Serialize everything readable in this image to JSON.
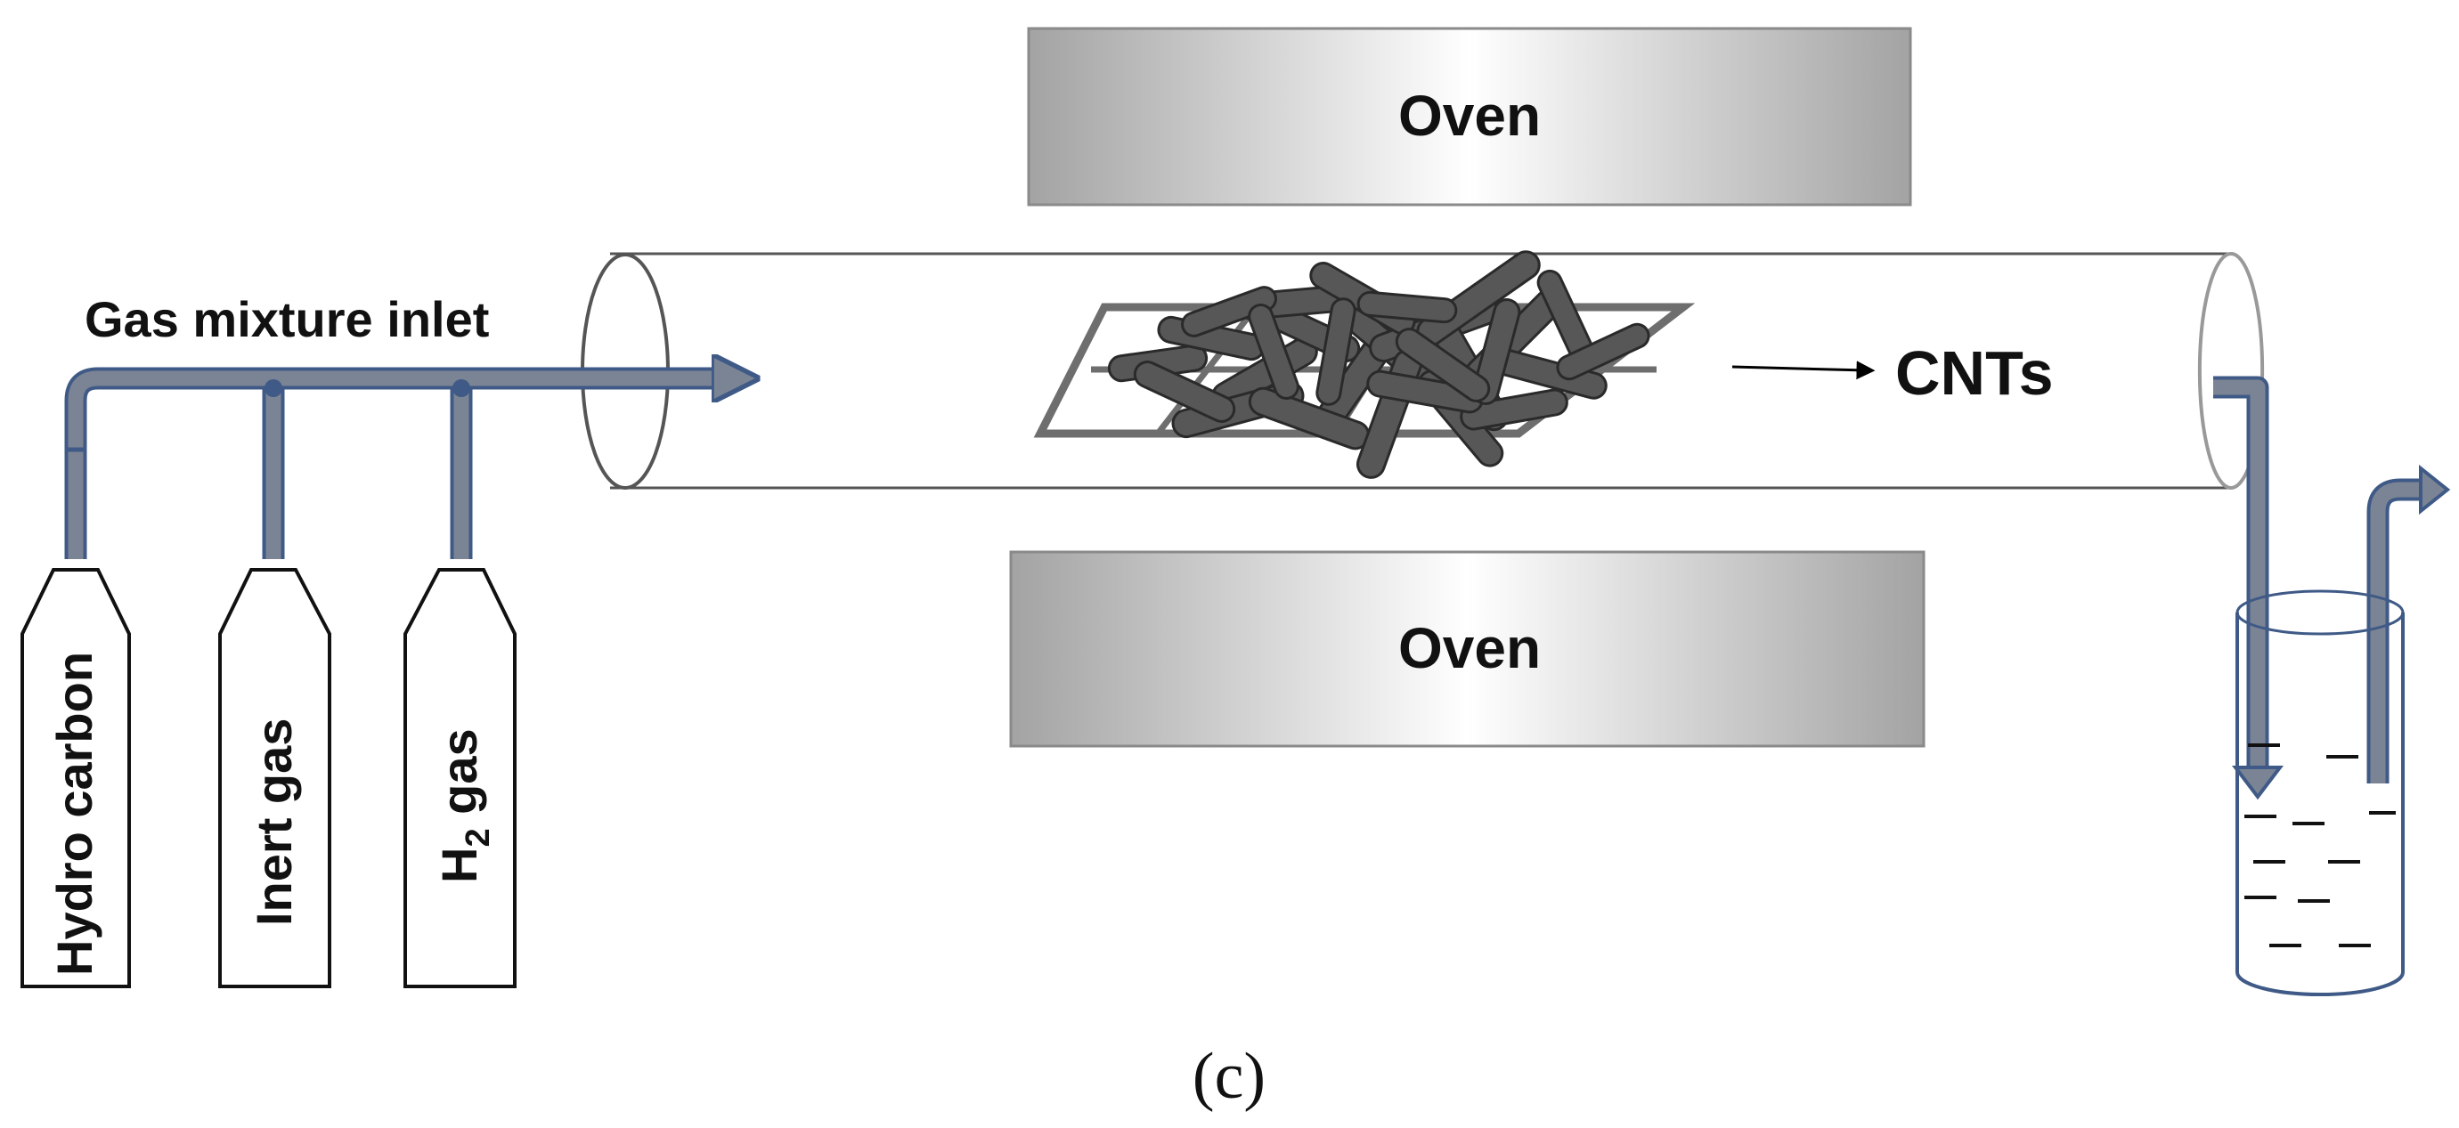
{
  "ovens": {
    "top_label": "Oven",
    "bottom_label": "Oven"
  },
  "inlet": {
    "label": "Gas mixture inlet"
  },
  "cylinders": [
    {
      "label": "Hydro carbon"
    },
    {
      "label": "Inert gas"
    },
    {
      "label_main": "H",
      "label_sub": "2",
      "label_tail": " gas"
    }
  ],
  "product": {
    "label": "CNTs"
  },
  "caption": "(c)",
  "colors": {
    "pipe_fill": "#7b8494",
    "pipe_edge": "#3f5a86",
    "oven_dark": "#a9a9a9",
    "oven_light": "#ffffff",
    "tube_stroke": "#555555",
    "tube_stroke_right": "#999999",
    "cnt_fill": "#575757",
    "beaker_stroke": "#3f5a86"
  }
}
